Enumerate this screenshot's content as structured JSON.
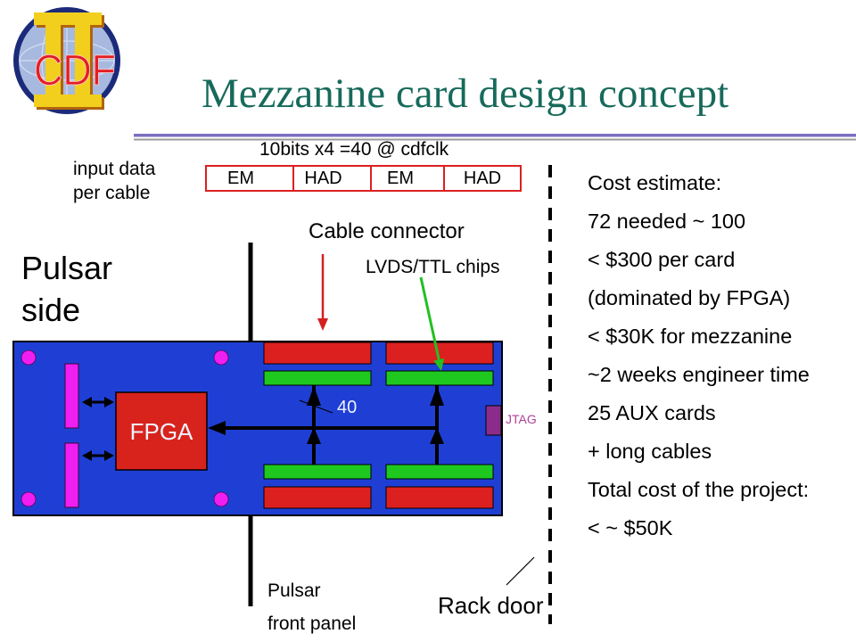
{
  "slide": {
    "title": "Mezzanine card design concept",
    "logo_text": "CDF"
  },
  "input_format": {
    "label_lines": [
      "input data",
      "per cable"
    ],
    "bits_label": "10bits x4 =40 @ cdfclk",
    "fields": [
      "EM",
      "HAD",
      "EM",
      "HAD"
    ]
  },
  "diagram": {
    "side_label_lines": [
      "Pulsar",
      "side"
    ],
    "cable_connector_label": "Cable connector",
    "lvds_label": "LVDS/TTL chips",
    "fpga_label": "FPGA",
    "bus_width_label": "40",
    "jtag_label": "JTAG",
    "front_panel_lines": [
      "Pulsar",
      "front panel"
    ],
    "rack_door_label": "Rack door"
  },
  "cost_estimate": {
    "heading": "Cost estimate:",
    "items": [
      "72 needed ~ 100",
      "< $300 per card",
      "(dominated by FPGA)",
      "< $30K for mezzanine",
      "~2 weeks engineer time",
      "25 AUX cards",
      "+ long cables",
      "Total cost of the project:",
      "< ~ $50K"
    ]
  },
  "colors": {
    "title": "#176a5b",
    "board": "#1f3fd4",
    "connector": "#dc2020",
    "fpga": "#d8231c",
    "lvds_chip": "#1ec81e",
    "mount": "#f01ef0",
    "jtag": "#8b2c8b",
    "jtag_text": "#b0409a",
    "pointer_red": "#d42020",
    "pointer_green": "#22c022",
    "logo_ring": "#1c2a7a",
    "logo_fill": "#a7b9de",
    "logo_numeral": "#f2cf1d",
    "logo_numeral_shade": "#b0640e",
    "logo_text": "#e31e24",
    "rule_primary": "#7b6fc0",
    "rule_secondary": "#9a9a9a",
    "label_light": "#eef2ff"
  }
}
